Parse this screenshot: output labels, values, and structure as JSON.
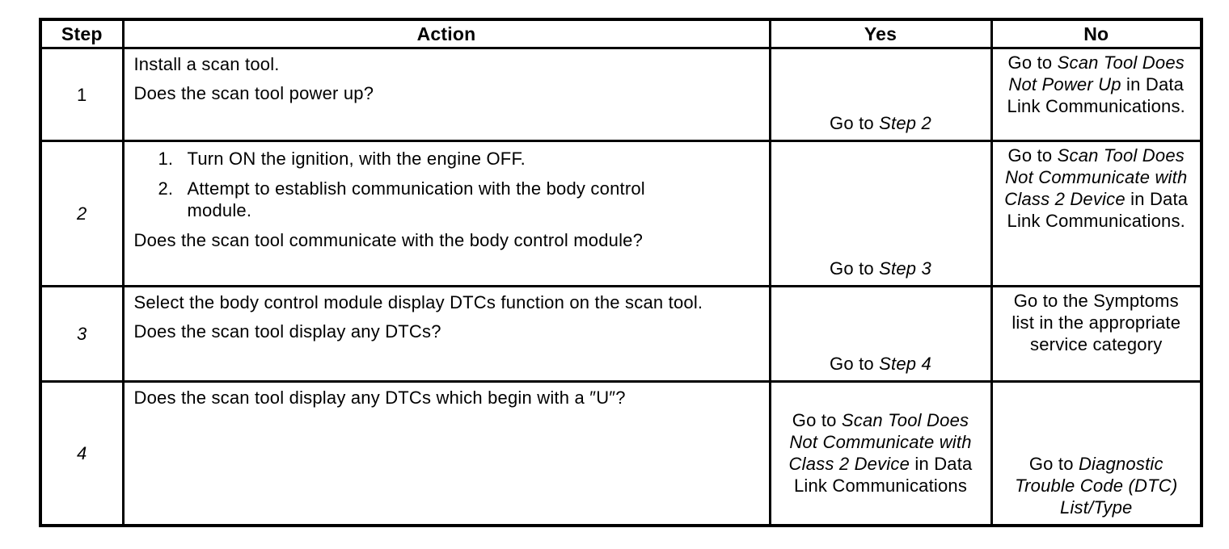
{
  "colors": {
    "background": "#ffffff",
    "text": "#000000",
    "border": "#000000"
  },
  "table": {
    "headers": {
      "step": "Step",
      "action": "Action",
      "yes": "Yes",
      "no": "No"
    },
    "rows": [
      {
        "step": "1",
        "action_lines": [
          "Install a scan tool.",
          "Does the scan tool power up?"
        ],
        "yes": {
          "prefix": "Go to ",
          "italic": "Step 2",
          "suffix": ""
        },
        "no": {
          "prefix": "Go to ",
          "italic": "Scan Tool Does Not Power Up",
          "suffix": " in Data Link Communications."
        }
      },
      {
        "step": "2",
        "action_list": [
          {
            "num": "1.",
            "text": "Turn ON the ignition, with the engine OFF."
          },
          {
            "num": "2.",
            "text": "Attempt to establish communication with the body control module."
          }
        ],
        "action_question": "Does the scan tool communicate with the body control module?",
        "yes": {
          "prefix": "Go to ",
          "italic": "Step 3",
          "suffix": ""
        },
        "no": {
          "prefix": "Go to ",
          "italic": "Scan Tool Does Not Communicate with Class 2 Device",
          "suffix": " in Data Link Communications."
        }
      },
      {
        "step": "3",
        "action_lines": [
          "Select the body control module display DTCs function on the scan tool.",
          "Does the scan tool display any DTCs?"
        ],
        "yes": {
          "prefix": "Go to ",
          "italic": "Step 4",
          "suffix": ""
        },
        "no": {
          "prefix": "Go to the Symptoms list in the appropriate service category",
          "italic": "",
          "suffix": ""
        }
      },
      {
        "step": "4",
        "action_lines": [
          "Does the scan tool display any DTCs which begin with a ″U″?"
        ],
        "yes": {
          "prefix": "Go to ",
          "italic": "Scan Tool Does Not Communicate with Class 2 Device",
          "suffix": " in Data Link Communications"
        },
        "no": {
          "prefix": "Go to ",
          "italic": "Diagnostic Trouble Code (DTC) List/Type",
          "suffix": ""
        }
      }
    ]
  }
}
